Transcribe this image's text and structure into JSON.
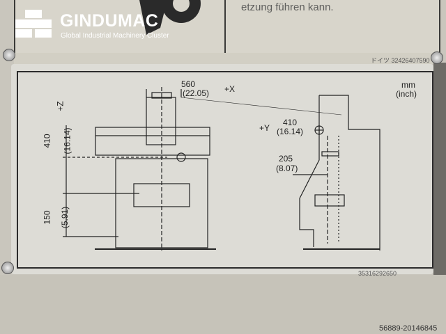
{
  "watermark": {
    "brand": "GINDUMAC",
    "tagline": "Global Industrial Machinery Cluster"
  },
  "top_plate": {
    "warning_fragment": "etzung führen kann.",
    "part_number": "ドイツ 32426407590"
  },
  "diagram": {
    "x_travel": "560",
    "x_travel_inch": "(22.05)",
    "x_axis": "+X",
    "z_axis": "+Z",
    "z_travel": "410",
    "z_travel_inch": "(16.14)",
    "z_min": "150",
    "z_min_inch": "(5.91)",
    "y_axis": "+Y",
    "y_travel": "410",
    "y_travel_inch": "(16.14)",
    "y_offset": "205",
    "y_offset_inch": "(8.07)",
    "unit": "mm",
    "unit_alt": "(inch)"
  },
  "plate_number": "35316292650",
  "photo_id": "56889-20146845"
}
